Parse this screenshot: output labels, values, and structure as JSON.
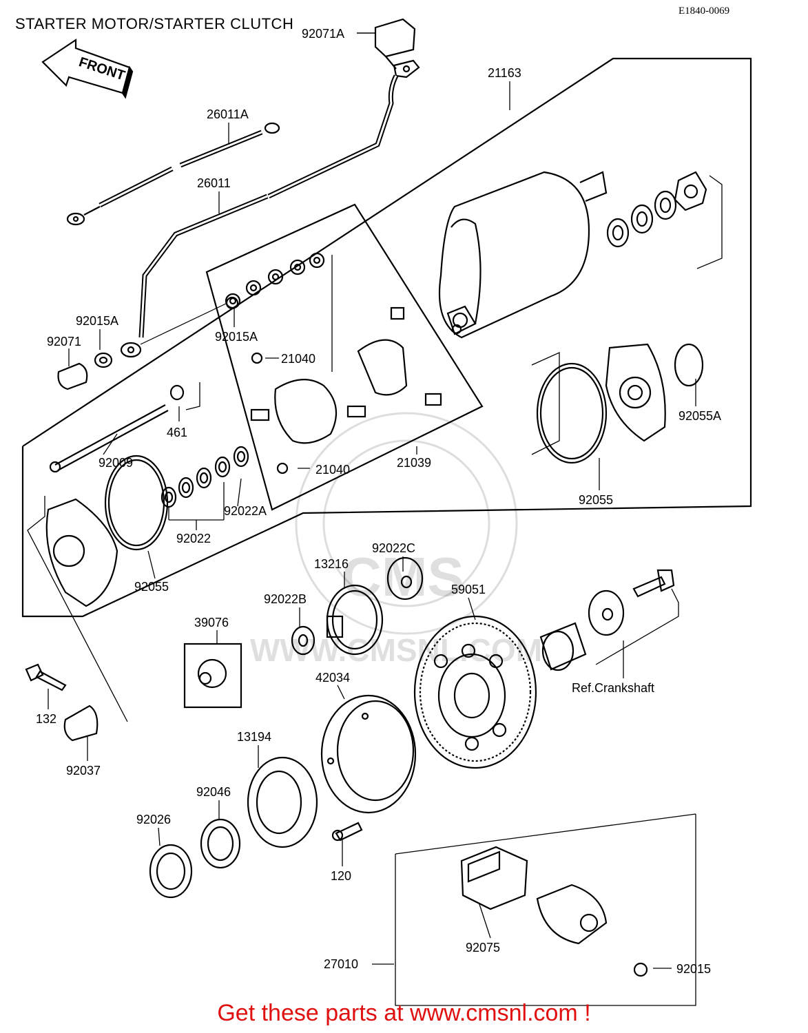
{
  "title": "STARTER MOTOR/STARTER CLUTCH",
  "diagram_code": "E1840-0069",
  "front_label": "FRONT",
  "watermark": "WWW.CMSNL.COM",
  "watermark_logo": "CMS",
  "footer": "Get these parts at www.cmsnl.com !",
  "labels": {
    "p92071A": "92071A",
    "p21163": "21163",
    "p26011A": "26011A",
    "p26011": "26011",
    "p92015A_left": "92015A",
    "p92071": "92071",
    "p92015A_mid": "92015A",
    "p21040_top": "21040",
    "p461": "461",
    "p92009": "92009",
    "p21040_bot": "21040",
    "p21039": "21039",
    "p92022A": "92022A",
    "p92022": "92022",
    "p92055_left": "92055",
    "p92055_right": "92055",
    "p92055A": "92055A",
    "p92022C": "92022C",
    "p13216": "13216",
    "p92022B": "92022B",
    "p59051": "59051",
    "p39076": "39076",
    "p42034": "42034",
    "ref_crankshaft": "Ref.Crankshaft",
    "p132": "132",
    "p92037": "92037",
    "p13194": "13194",
    "p92046": "92046",
    "p92026": "92026",
    "p120": "120",
    "p92075": "92075",
    "p27010": "27010",
    "p92015": "92015"
  }
}
